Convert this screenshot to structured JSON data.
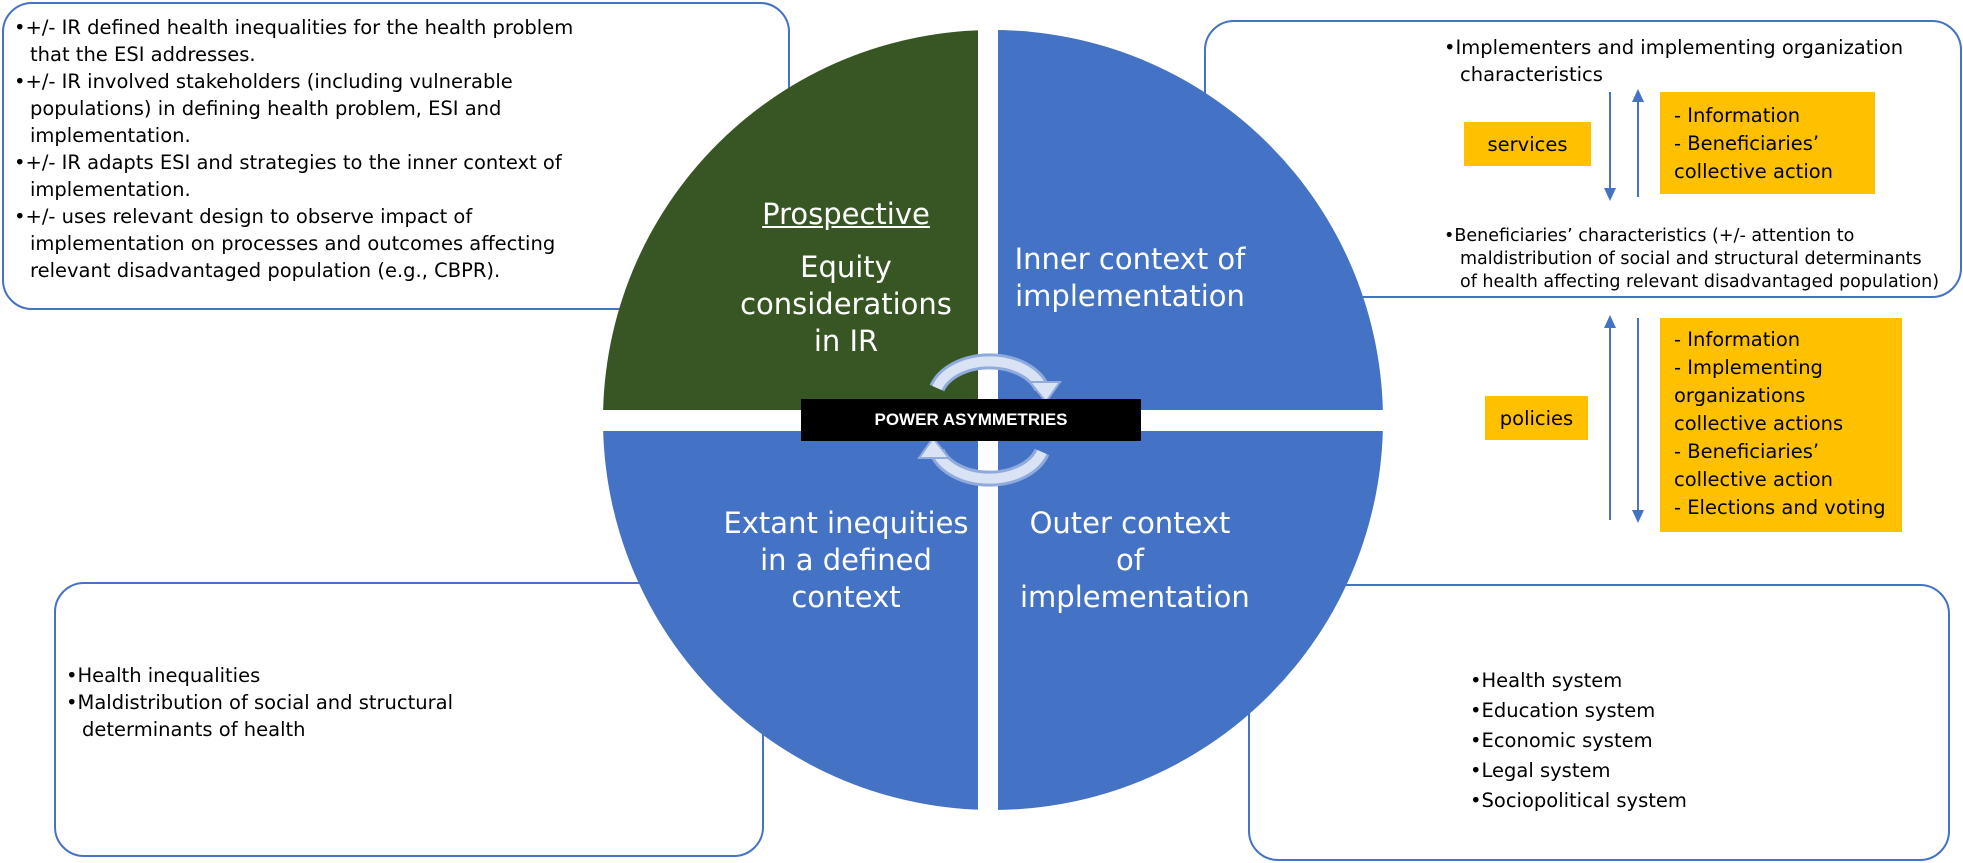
{
  "top_left_box": {
    "items": [
      "+/- IR defined health inequalities for the health problem that the ESI addresses.",
      "+/- IR involved stakeholders (including vulnerable populations) in defining health problem, ESI and implementation.",
      "+/- IR adapts ESI and strategies to the inner context of implementation.",
      "+/- uses relevant design to observe impact of implementation on processes and outcomes affecting relevant disadvantaged population (e.g., CBPR)."
    ]
  },
  "top_right_box": {
    "item1": "Implementers and implementing organization characteristics",
    "item2": "Beneficiaries’ characteristics (+/- attention to maldistribution of social and structural determinants of health affecting relevant disadvantaged population)",
    "services_label": "services",
    "services_items": [
      "- Information",
      "- Beneficiaries’ collective action"
    ]
  },
  "policies": {
    "label": "policies",
    "items": [
      "- Information",
      "- Implementing organizations collective actions",
      "- Beneficiaries’ collective action",
      "- Elections and voting"
    ]
  },
  "bottom_left_box": {
    "items": [
      "Health inequalities",
      "Maldistribution of social and structural determinants of health"
    ]
  },
  "bottom_right_box": {
    "items": [
      "Health system",
      "Education system",
      "Economic system",
      "Legal system",
      "Sociopolitical system"
    ]
  },
  "quadrants": {
    "top_left_heading": "Prospective",
    "top_left_body": "Equity considerations in IR",
    "top_right": "Inner context of implementation",
    "bottom_left": "Extant inequities in a defined context",
    "bottom_right": "Outer context of implementation"
  },
  "center_label": "POWER ASYMMETRIES",
  "colors": {
    "green": "#375623",
    "blue": "#4472c4",
    "orange": "#ffc000",
    "arrow": "#b4c7e7"
  }
}
